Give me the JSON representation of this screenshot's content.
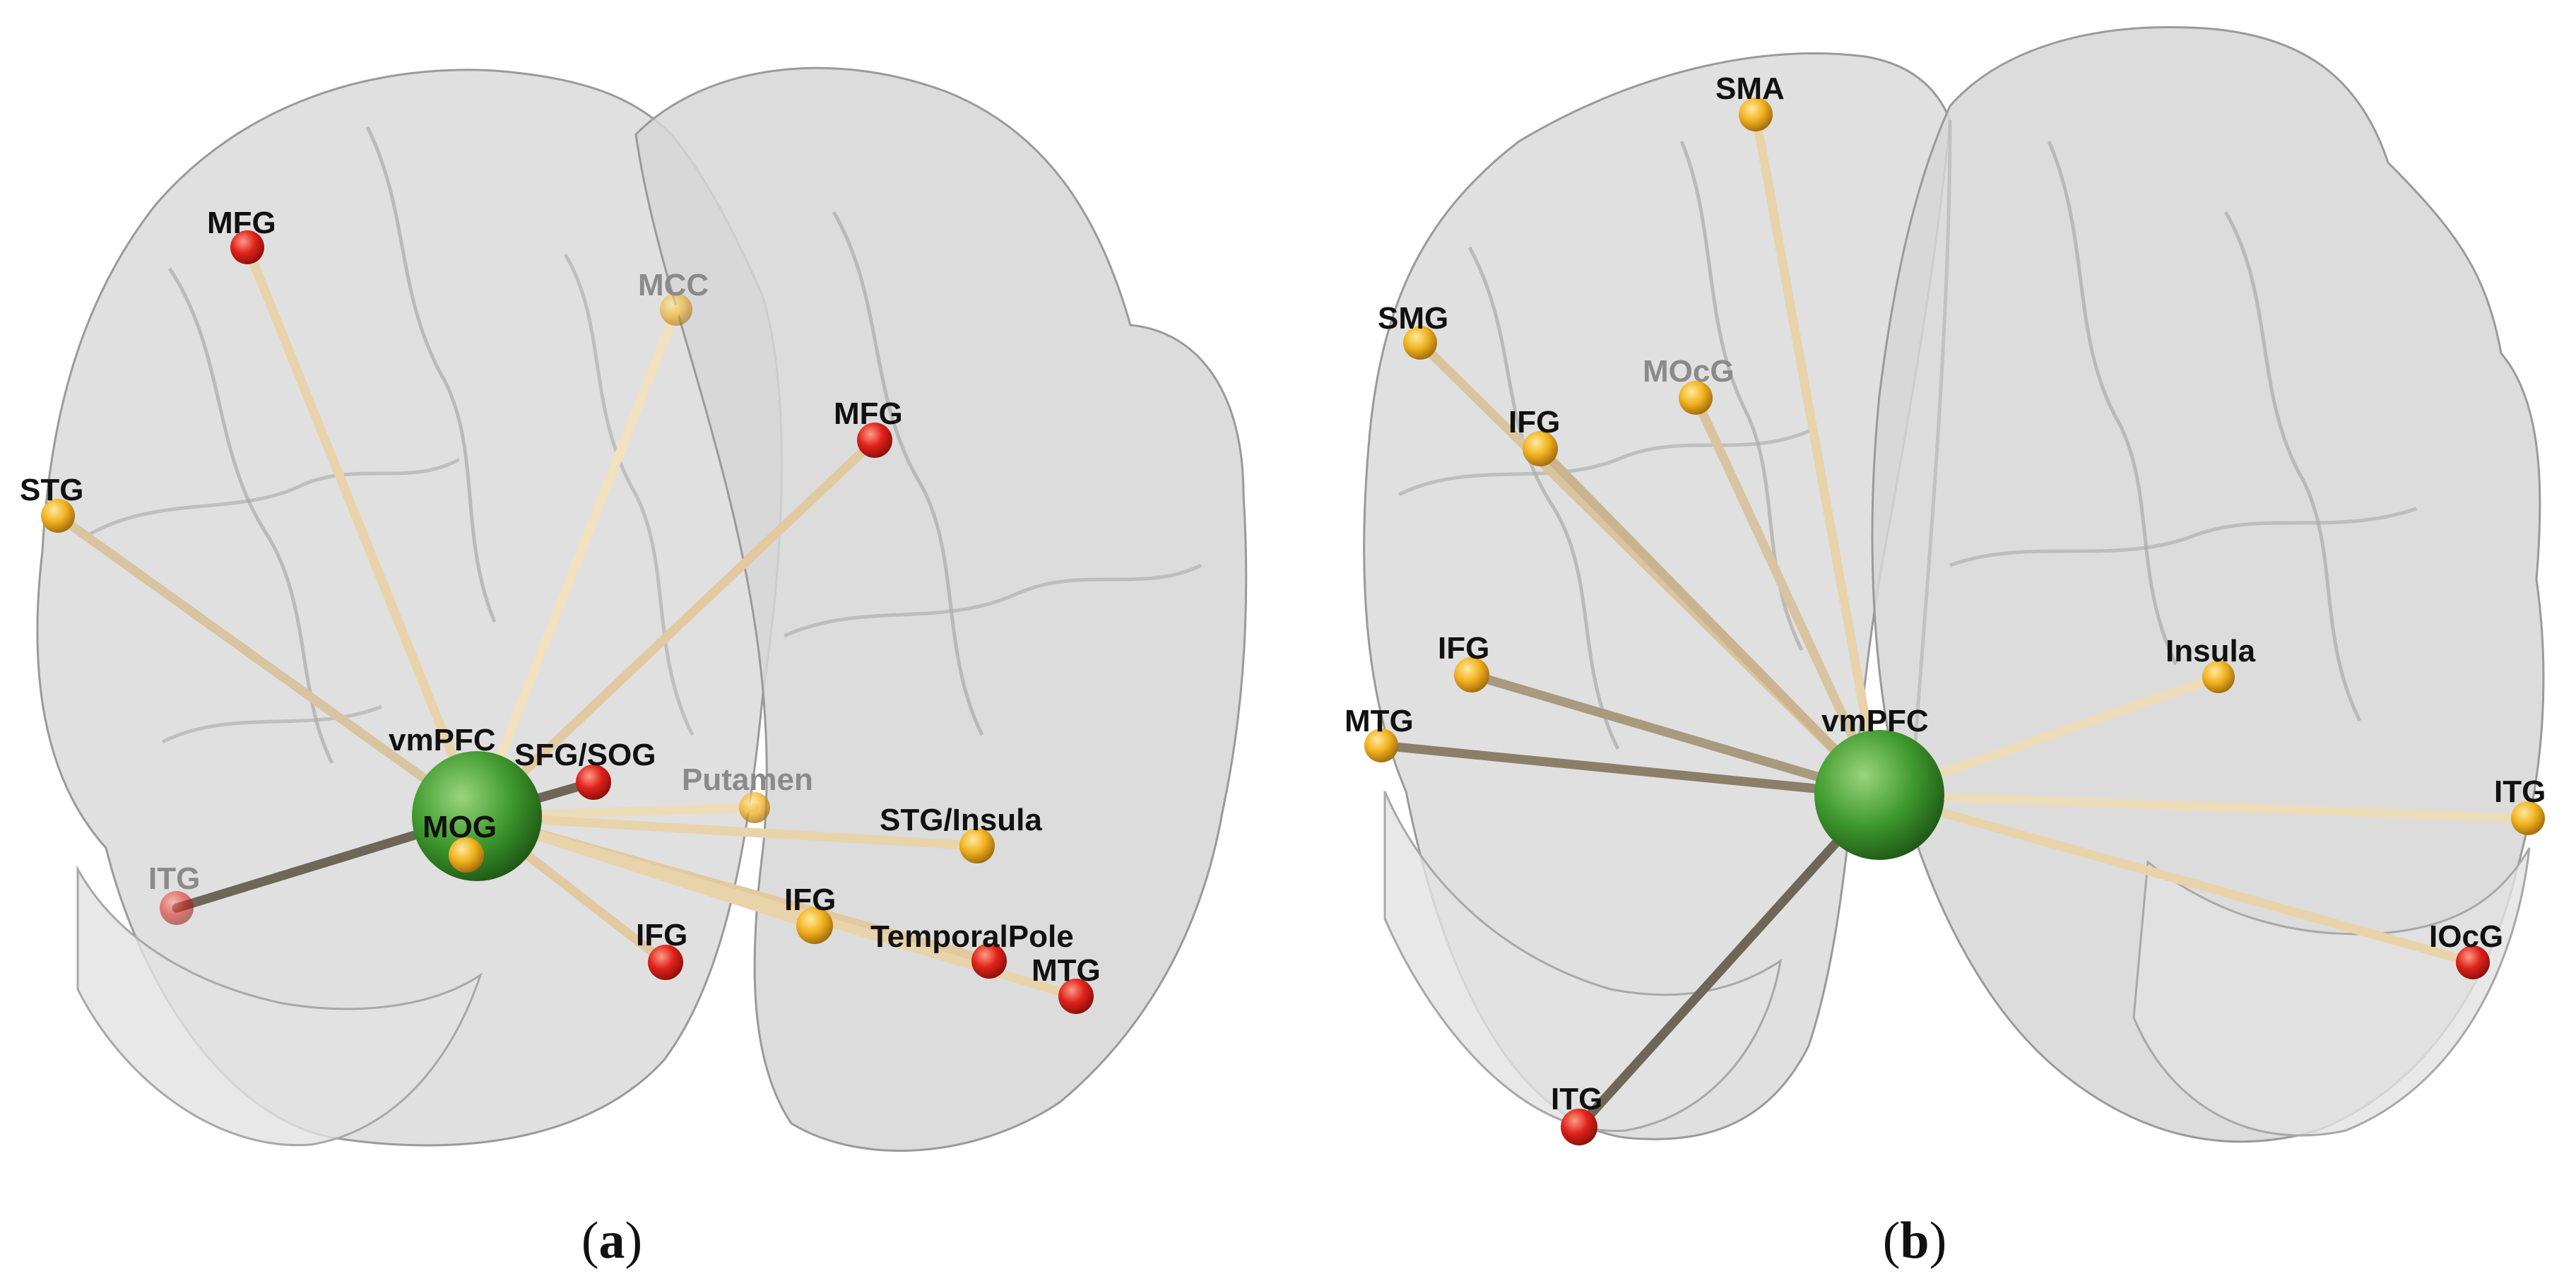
{
  "colors": {
    "background": "#ffffff",
    "brain_fill": "#d9d9d9",
    "brain_stroke": "#9c9c9c",
    "hub": "#3f9a2e",
    "node_red": "#e0231b",
    "node_orange": "#f2b321",
    "edge_light": "#e9d3ab",
    "edge_dark": "#6e6656"
  },
  "panels": [
    {
      "id": "a",
      "caption": "(a)",
      "caption_letter": "a",
      "hub": {
        "label": "vmPFC"
      },
      "nodes": [
        {
          "label": "MFG",
          "color": "red"
        },
        {
          "label": "MCC",
          "color": "orange",
          "faded": true
        },
        {
          "label": "MFG",
          "color": "red"
        },
        {
          "label": "STG",
          "color": "orange"
        },
        {
          "label": "SFG/SOG",
          "color": "red"
        },
        {
          "label": "Putamen",
          "color": "orange",
          "faded": true
        },
        {
          "label": "STG/Insula",
          "color": "orange"
        },
        {
          "label": "MOG",
          "color": "orange"
        },
        {
          "label": "ITG",
          "color": "red",
          "faded": true
        },
        {
          "label": "IFG",
          "color": "red"
        },
        {
          "label": "IFG",
          "color": "orange"
        },
        {
          "label": "TemporalPole",
          "color": "red"
        },
        {
          "label": "MTG",
          "color": "red"
        }
      ]
    },
    {
      "id": "b",
      "caption": "(b)",
      "caption_letter": "b",
      "hub": {
        "label": "vmPFC"
      },
      "nodes": [
        {
          "label": "SMA",
          "color": "orange"
        },
        {
          "label": "SMG",
          "color": "orange"
        },
        {
          "label": "MOcG",
          "color": "orange",
          "faded": true
        },
        {
          "label": "IFG",
          "color": "orange"
        },
        {
          "label": "IFG",
          "color": "orange"
        },
        {
          "label": "MTG",
          "color": "orange"
        },
        {
          "label": "Insula",
          "color": "orange"
        },
        {
          "label": "ITG",
          "color": "orange"
        },
        {
          "label": "IOcG",
          "color": "red"
        },
        {
          "label": "ITG",
          "color": "red"
        }
      ]
    }
  ]
}
